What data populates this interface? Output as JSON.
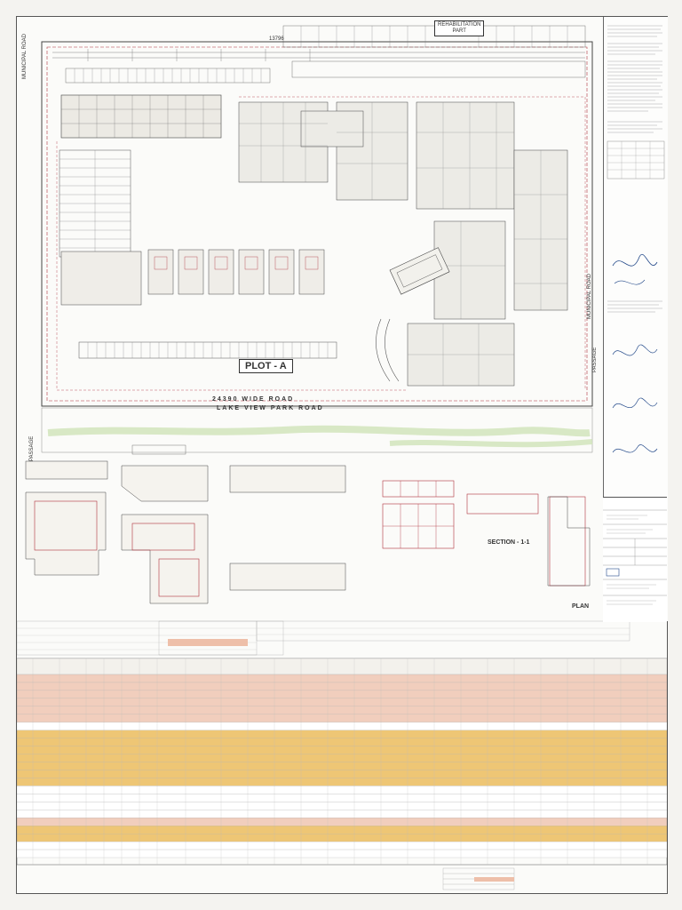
{
  "drawing": {
    "plot_label": "PLOT - A",
    "road_width": "24390 WIDE ROAD",
    "road_name": "LAKE VIEW PARK ROAD",
    "rehab_label_line1": "REHABILITATION",
    "rehab_label_line2": "PART",
    "municipal_road_left": "MUNICIPAL ROAD",
    "municipal_road_right": "MUNICIPAL ROAD",
    "passage_right": "PASSAGE",
    "passage_left": "PASSAGE",
    "dim_top": "13796",
    "section_label": "SECTION - 1-1",
    "plan_label": "PLAN"
  },
  "colors": {
    "line": "#444444",
    "red_line": "#b0333d",
    "green_fill": "#cfe3b8",
    "orange_row": "#eab54a",
    "pink_row": "#eebfa9",
    "stamp_blue": "#244a8a"
  },
  "table": {
    "row_types": [
      "pink",
      "pink",
      "pink",
      "pink",
      "pink",
      "pink",
      "white",
      "orange",
      "orange",
      "orange",
      "orange",
      "orange",
      "orange",
      "orange",
      "white",
      "white",
      "white",
      "white",
      "pink",
      "orange",
      "orange",
      "white",
      "white"
    ]
  }
}
